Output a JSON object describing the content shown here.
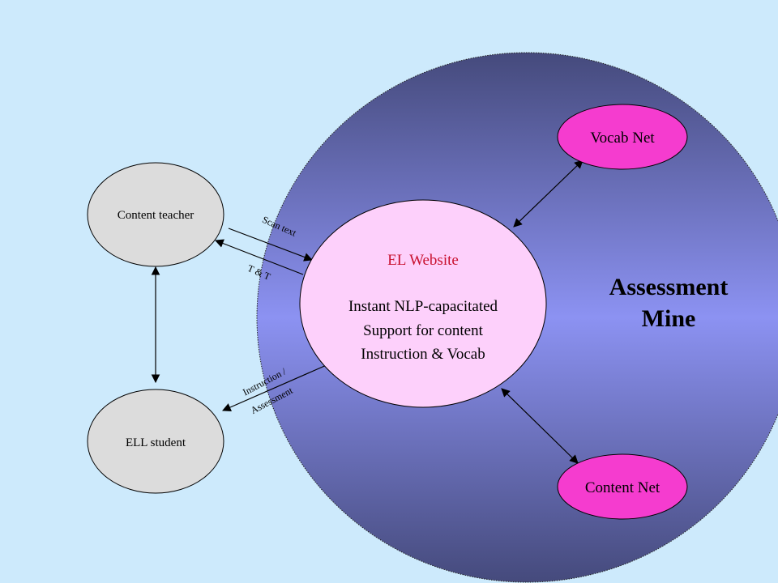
{
  "slide": {
    "background_color": "#cdeafc"
  },
  "mine": {
    "title_line1": "Assessment",
    "title_line2": "Mine",
    "gradient_top": "#454a7c",
    "gradient_mid": "#8c92f2",
    "gradient_bottom": "#454a7c"
  },
  "nodes": {
    "content_teacher": "Content teacher",
    "ell_student": "ELL student",
    "vocab_net": "Vocab Net",
    "content_net": "Content Net",
    "el_website": {
      "title": "EL Website",
      "line1": "Instant NLP-capacitated",
      "line2": "Support for content",
      "line3": "Instruction & Vocab"
    }
  },
  "arrows": {
    "scan_text": "Scan text",
    "t_and_t": "T & T",
    "instruction_line1": "Instruction /",
    "instruction_line2": "Assessment"
  },
  "colors": {
    "person_fill": "#dcdcdc",
    "website_fill": "#fdd0fb",
    "website_title": "#c8102e",
    "net_fill": "#f53ccf"
  }
}
